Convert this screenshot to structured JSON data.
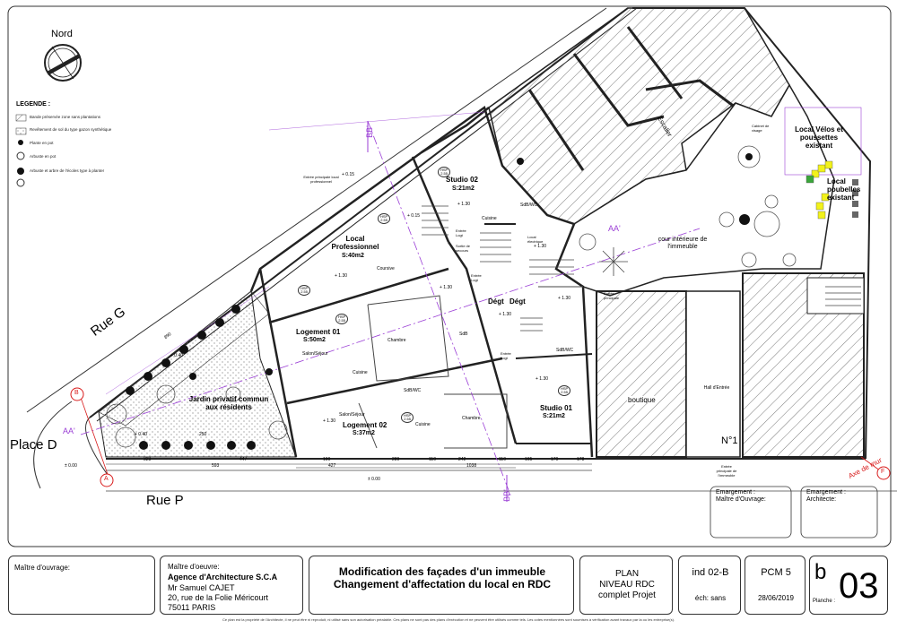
{
  "compass": {
    "label": "Nord"
  },
  "legend": {
    "title": "LEGENDE :",
    "items": [
      {
        "text": "Bande préservée zone sans plantations"
      },
      {
        "text": "Revêtement de sol du type gazon synthétique"
      },
      {
        "text": "Plante en pot"
      },
      {
        "text": "Arbuste en pot"
      },
      {
        "text": "Arbuste et arbre de l'écoles type à planter"
      }
    ]
  },
  "streets": {
    "rue_g": "Rue  G",
    "place_d": "Place D",
    "rue_p": "Rue  P"
  },
  "section_marks": {
    "bb_top": "BB'",
    "bb_bottom": "BB'",
    "aa_left": "AA'",
    "aa_right": "AA'",
    "a": "A",
    "b": "B",
    "f": "F",
    "axe_mur": "Axe de mur"
  },
  "rooms": {
    "studio02": {
      "name": "Studio 02",
      "area": "S:21m2"
    },
    "local_pro": {
      "name": "Local Professionnel",
      "area": "S:40m2"
    },
    "logement01": {
      "name": "Logement 01",
      "area": "S:50m2"
    },
    "logement02": {
      "name": "Logement 02",
      "area": "S:37m2"
    },
    "studio01": {
      "name": "Studio 01",
      "area": "S:21m2"
    },
    "jardin": {
      "name": "Jardin privatif commun aux résidents"
    },
    "cour": {
      "name": "cour intérieure de l'immeuble"
    },
    "boutique": {
      "name": "boutique"
    },
    "velos": {
      "name": "Local Vélos et poussettes existant"
    },
    "poubelles": {
      "name": "Local poubelles existant"
    },
    "degt1": {
      "name": "Dégt"
    },
    "degt2": {
      "name": "Dégt"
    },
    "numero": {
      "name": "N°1"
    },
    "hall": {
      "name": "Hall d'Entrée"
    },
    "escalier": {
      "name": "Escalier"
    }
  },
  "small_labels": {
    "chambre1": "Chambre",
    "chambre2": "Chambre",
    "salon1": "Salon/Séjour",
    "salon2": "Salon/Séjour",
    "cuisine1": "Cuisine",
    "cuisine2": "Cuisine",
    "cuisine3": "Cuisine",
    "sdb1": "SdB",
    "sdb2": "SdB/WC",
    "sdb3": "SdB/WC",
    "sdb4": "SdB/WC",
    "coursive": "Coursive",
    "entree_pro": "Entrée principale local professionnel",
    "entree_logt1": "Entrée Logt",
    "entree_logt2": "Entrée Logt",
    "entree_logt3": "Entrée Logt",
    "entree_principale": "Entrée principale",
    "entree_immeuble": "Entrée principale de l'immeuble",
    "sortie_secours": "Sortie de secours",
    "local_elec": "Local électrique",
    "cabinet": "Cabinet de visage"
  },
  "levels": {
    "l1": "+ 0.15",
    "l2": "+ 0.15",
    "l3": "+ 1.30",
    "l4": "+ 1.30",
    "l5": "+ 1.30",
    "l6": "+ 1.30",
    "l7": "+ 1.30",
    "l8": "+ 1.30",
    "l9": "+ 0.40",
    "l10": "+ 0.40",
    "l11": "± 0.00",
    "l12": "± 0.00",
    "l13": "+ 1.30",
    "l14": "+ 1.30"
  },
  "hsp": {
    "label": "HSP",
    "value": "2.55"
  },
  "signatures": {
    "box1_title": "Emargement :",
    "box1_sub": "Maître d'Ouvrage:",
    "box2_title": "Emargement :",
    "box2_sub": "Architecte:"
  },
  "title_block": {
    "mo_label": "Maître d'ouvrage:",
    "moe_label": "Maître d'oeuvre:",
    "moe_agency": "Agence d'Architecture  S.C.A",
    "moe_name": "Mr Samuel CAJET",
    "moe_address": "20, rue de la Folie Méricourt",
    "moe_city": "75011  PARIS",
    "project_line1": "Modification des façades d'un immeuble",
    "project_line2": "Changement d'affectation du local en RDC",
    "plan_line1": "PLAN",
    "plan_line2": "NIVEAU RDC",
    "plan_line3": "complet Projet",
    "index": "ind 02-B",
    "scale": "éch: sans",
    "permit": "PCM 5",
    "date": "28/06/2019",
    "sheet_letter": "b",
    "sheet_number": "03",
    "planche": "Planche :",
    "footer": "Ce plan est la propriété de l'Architecte, il ne peut être ni reproduit, ni utilisé sans son autorisation préalable. Ces plans ne sont pas des plans d'exécution et ne peuvent être utilisés comme tels. Les cotes mentionnées sont soumises à vérification avant travaux par la ou les entreprise(s)."
  },
  "dims": {
    "d1": "323",
    "d2": "447",
    "d3": "190",
    "d4": "427",
    "d5": "289",
    "d6": "110",
    "d7": "242",
    "d8": "110",
    "d9": "165",
    "d10": "170",
    "d11": "178",
    "d12": "1038",
    "d13": "890",
    "d14": "250",
    "d15": "593"
  },
  "colors": {
    "purple": "#9b3fd6",
    "red": "#d81b1b",
    "yellow": "#f2f21a",
    "green": "#3aa63a",
    "magenta": "#c62aa0"
  }
}
